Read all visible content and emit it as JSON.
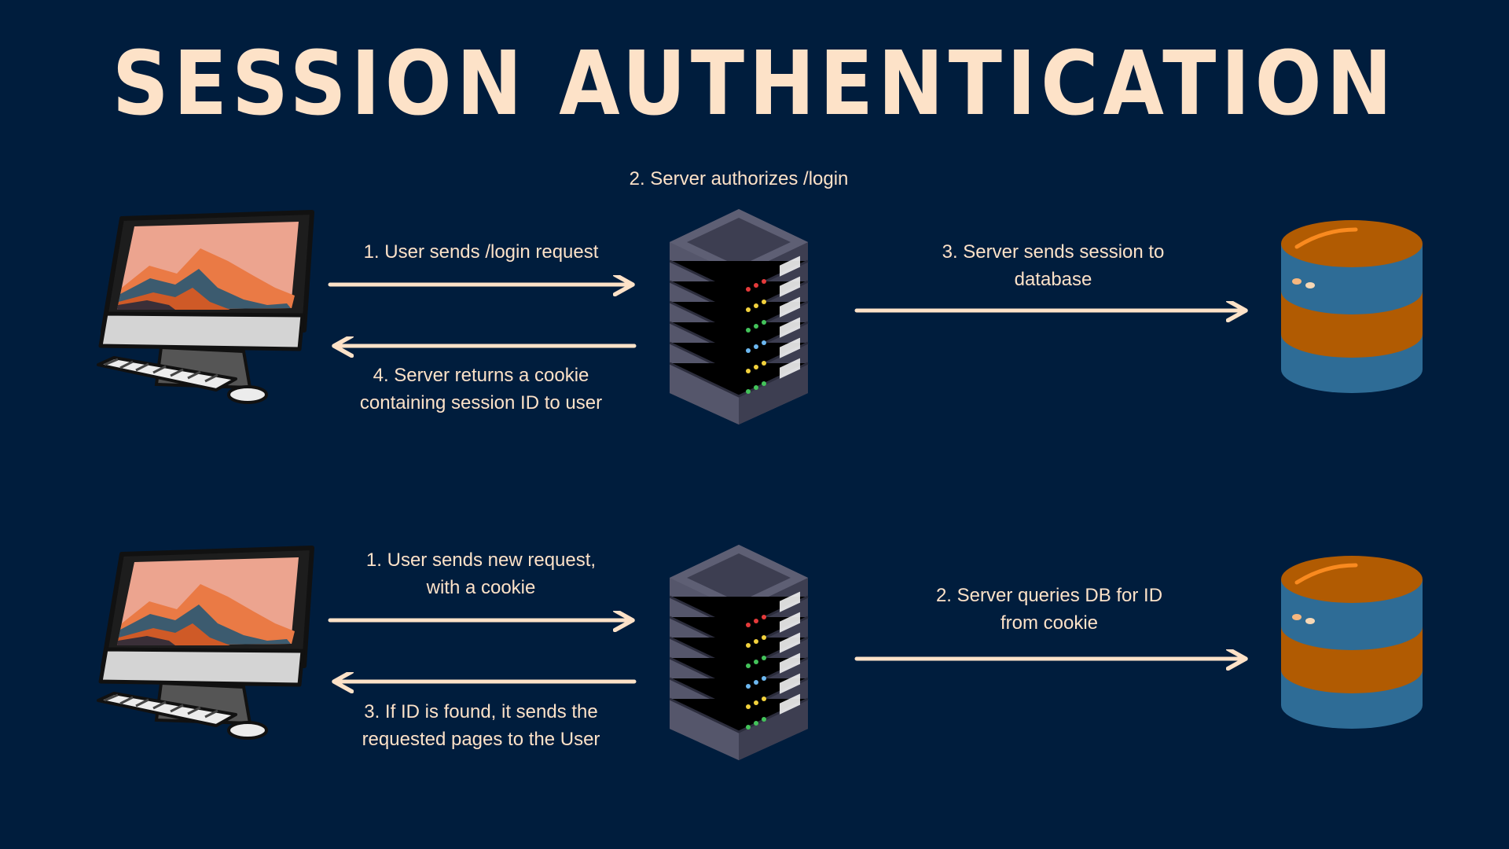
{
  "title": "SESSION AUTHENTICATION",
  "colors": {
    "background": "#001d3d",
    "accent": "#fde2c8",
    "server_body": "#4a4b5e",
    "db_blue": "#2e6c96",
    "db_orange": "#b15b02"
  },
  "icons": {
    "computer": "desktop-computer-icon",
    "server": "server-rack-icon",
    "database": "database-icon"
  },
  "flows": [
    {
      "server_note": "2. Server authorizes /login",
      "client_to_server": "1. User sends /login request",
      "server_to_client": "4. Server returns a cookie\ncontaining session ID to user",
      "server_to_db": "3. Server sends session to\ndatabase"
    },
    {
      "server_note": "",
      "client_to_server": "1. User sends new request,\nwith a cookie",
      "server_to_client": "3. If ID is found, it sends the\nrequested pages to the User",
      "server_to_db": "2. Server queries DB for ID\nfrom cookie"
    }
  ]
}
